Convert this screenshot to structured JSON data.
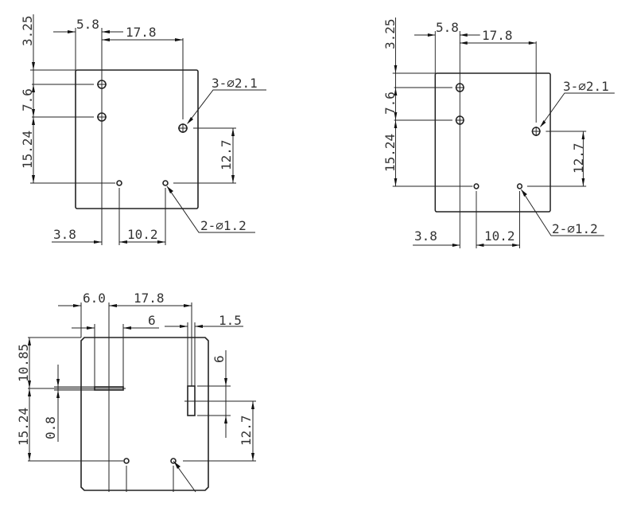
{
  "top_left": {
    "dim_3_25": "3.25",
    "dim_7_6": "7.6",
    "dim_15_24": "15.24",
    "dim_5_8": "5.8",
    "dim_17_8": "17.8",
    "dim_12_7": "12.7",
    "dim_3_8": "3.8",
    "dim_10_2": "10.2",
    "note_large_holes": "3-⌀2.1",
    "note_small_holes": "2-⌀1.2"
  },
  "top_right": {
    "dim_3_25": "3.25",
    "dim_7_6": "7.6",
    "dim_15_24": "15.24",
    "dim_5_8": "5.8",
    "dim_17_8": "17.8",
    "dim_12_7": "12.7",
    "dim_3_8": "3.8",
    "dim_10_2": "10.2",
    "note_large_holes": "3-⌀2.1",
    "note_small_holes": "2-⌀1.2"
  },
  "bottom": {
    "dim_6_0": "6.0",
    "dim_17_8": "17.8",
    "dim_6_slot": "6",
    "dim_1_5": "1.5",
    "dim_10_85": "10.85",
    "dim_15_24": "15.24",
    "dim_0_8": "0.8",
    "dim_6_vert": "6",
    "dim_12_7": "12.7"
  }
}
